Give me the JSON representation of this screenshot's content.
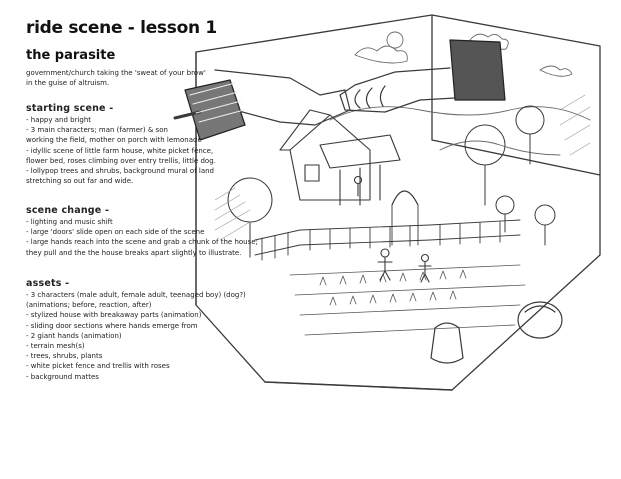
{
  "title": "ride scene - lesson 1",
  "subtitle": "the parasite",
  "intro": [
    "government/church taking the 'sweat of your brow'",
    "in the guise of altruism."
  ],
  "sections": {
    "starting": {
      "heading": "starting scene -",
      "lines": [
        "- happy and bright",
        "- 3 main characters; man (farmer) & son",
        "working the field, mother on porch with lemonade",
        "- idyllic scene of little farm house, white picket fence,",
        "flower bed, roses climbing over entry trellis, little dog.",
        "- lollypop trees and shrubs, background mural of land",
        "stretching so out far and wide."
      ]
    },
    "change": {
      "heading": "scene change -",
      "lines": [
        "- lighting and music shift",
        "- large 'doors' slide open on each side of the scene",
        "- large hands reach into the scene and grab a chunk of the house;",
        "they pull and the the house breaks apart slightly to illustrate."
      ]
    },
    "assets": {
      "heading": "assets -",
      "lines": [
        "- 3 characters (male adult, female adult, teenaged boy) (dog?)",
        "(animations; before, reaction, after)",
        "- stylized house with breakaway parts (animation)",
        "- sliding door sections where hands emerge from",
        "- 2 giant hands (animation)",
        "- terrain mesh(s)",
        "- trees, shrubs, plants",
        "- white picket fence and trellis with roses",
        "- background mattes"
      ]
    }
  },
  "sketch": {
    "ink": "#3a3a3a",
    "shade": "#9a9a9a",
    "paper": "#ffffff"
  }
}
